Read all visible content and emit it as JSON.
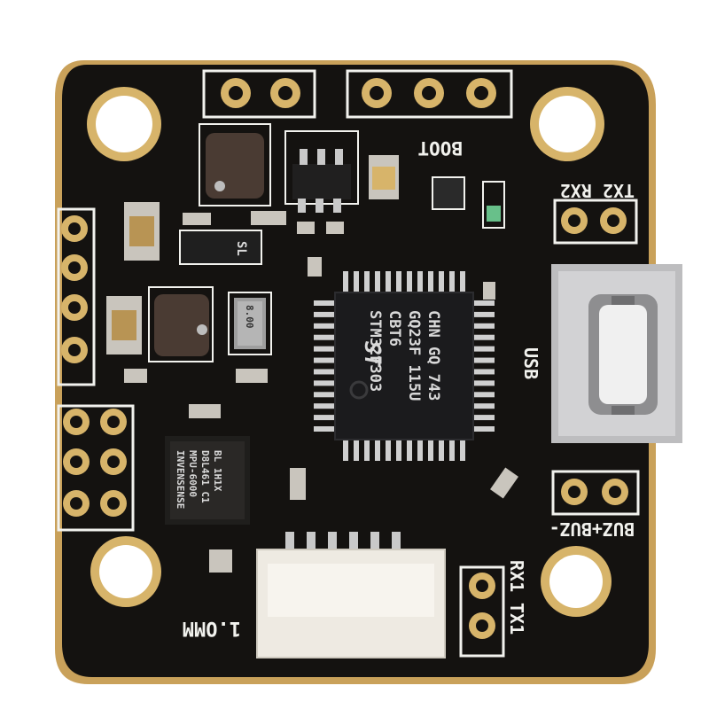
{
  "board": {
    "colors": {
      "pcb": "#141210",
      "pcb_edge": "#c9a15a",
      "silkscreen": "#f2f2ee",
      "gold_pad": "#d7b46a",
      "chip": "#1b1b1d",
      "usb_metal": "#c9c9cb",
      "connector": "#eeeae2"
    },
    "labels": {
      "boot": "BOOT",
      "tx2_rx2": "TX2 RX2",
      "usb": "USB",
      "buz": "BUZ+BUZ-",
      "rx1": "RX1",
      "tx1": "TX1",
      "omm": "1.OMM"
    },
    "mcu": {
      "lines": [
        "STM32F303",
        "CBT6",
        "GQ23F 115U",
        "CHN GQ 743"
      ],
      "logo": "ST"
    },
    "imu": {
      "lines": [
        "INVENSENSE",
        "MPU-6000",
        "D8L461 C1",
        "BL 1H1X"
      ]
    },
    "crystal": {
      "marking": "8.00"
    },
    "diode": {
      "marking": "SL"
    }
  }
}
